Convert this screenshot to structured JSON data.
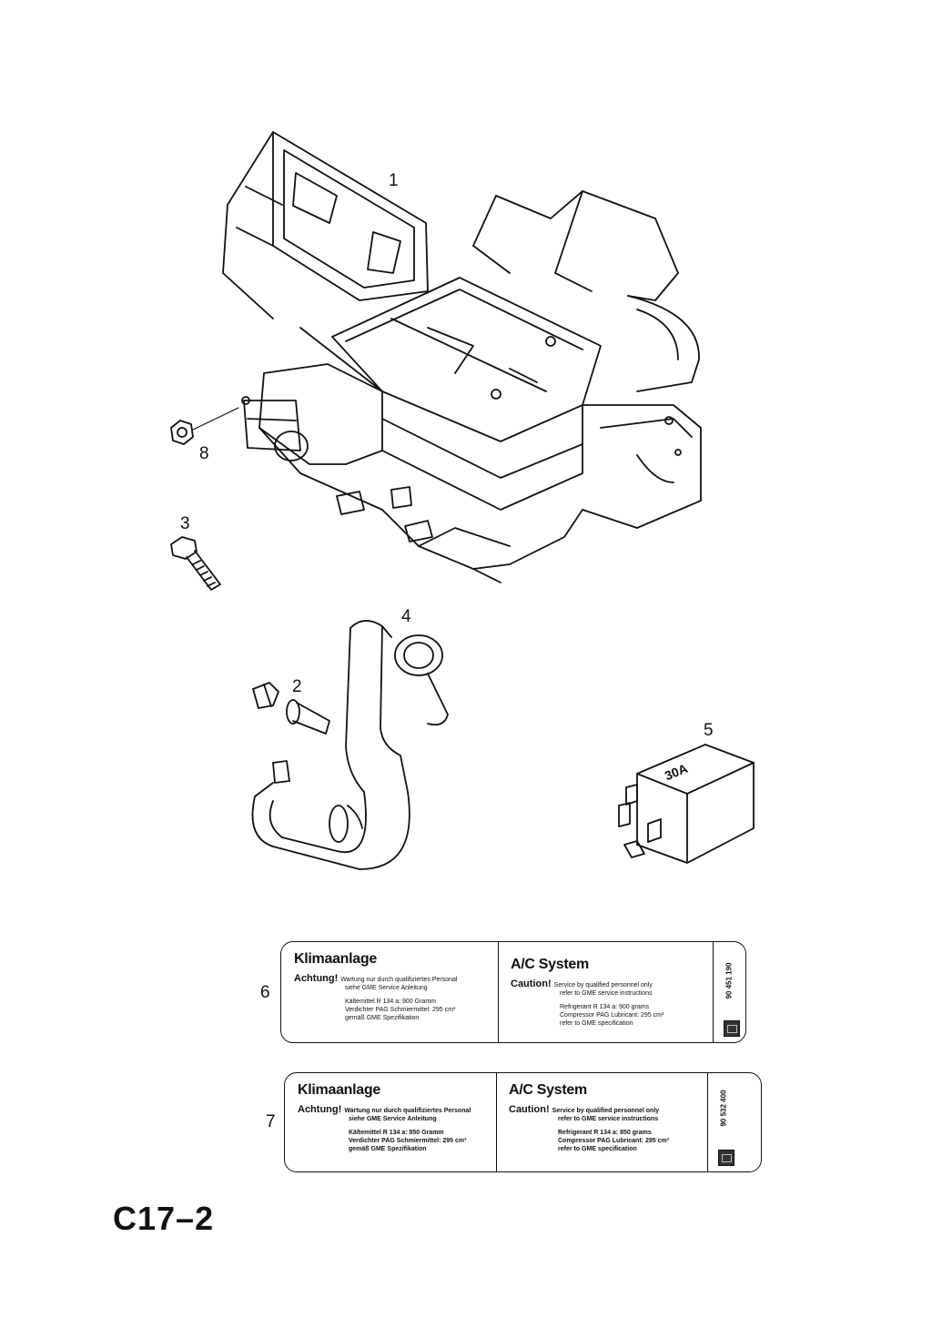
{
  "page_code": "C17–2",
  "callouts": {
    "c1": "1",
    "c2": "2",
    "c3": "3",
    "c4": "4",
    "c5": "5",
    "c6": "6",
    "c7": "7",
    "c8": "8"
  },
  "relay_marking": "30A",
  "labels": {
    "label6": {
      "de_title": "Klimaanlage",
      "de_warn": "Achtung!",
      "de_warn_text": "Wartung nur durch qualifiziertes Personal",
      "de_line2": "siehe GME Service Anleitung",
      "de_line3": "Kältemittel R 134 a:        900 Gramm",
      "de_line4": "Verdichter PAG Schmiermittel: 295 cm³",
      "de_line5": "gemäß GME Spezifikation",
      "en_title": "A/C System",
      "en_warn": "Caution!",
      "en_warn_text": "Service by qualified personnel only",
      "en_line2": "refer to GME service instructions",
      "en_line3": "Refrigerant R 134 a:        900 grams",
      "en_line4": "Compressor PAG Lubricant: 295 cm³",
      "en_line5": "refer to GME specification",
      "part_number": "90 451 190"
    },
    "label7": {
      "de_title": "Klimaanlage",
      "de_warn": "Achtung!",
      "de_warn_text": "Wartung nur durch qualifiziertes Personal",
      "de_line2": "siehe GME Service Anleitung",
      "de_line3": "Kältemittel R 134 a:        850 Gramm",
      "de_line4": "Verdichter PAG Schmiermittel: 295 cm³",
      "de_line5": "gemäß GME Spezifikation",
      "en_title": "A/C System",
      "en_warn": "Caution!",
      "en_warn_text": "Service by qualified personnel only",
      "en_line2": "refer to GME service instructions",
      "en_line3": "Refrigerant R 134 a:        850 grams",
      "en_line4": "Compressor PAG Lubricant: 295 cm³",
      "en_line5": "refer to GME specification",
      "part_number": "90 532 400"
    }
  }
}
